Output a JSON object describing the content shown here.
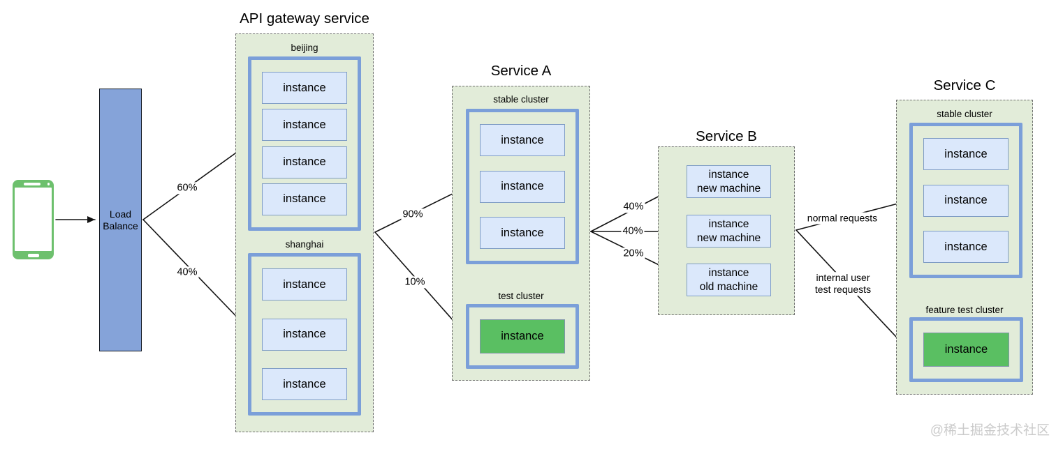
{
  "client": {
    "type": "mobile-phone"
  },
  "load_balancer": {
    "label": "Load Balance"
  },
  "gateway": {
    "title": "API gateway service",
    "clusters": [
      {
        "name": "beijing",
        "instances": [
          "instance",
          "instance",
          "instance",
          "instance"
        ]
      },
      {
        "name": "shanghai",
        "instances": [
          "instance",
          "instance",
          "instance"
        ]
      }
    ]
  },
  "service_a": {
    "title": "Service A",
    "stable_cluster": {
      "name": "stable cluster",
      "instances": [
        "instance",
        "instance",
        "instance"
      ]
    },
    "test_cluster": {
      "name": "test cluster",
      "instances": [
        "instance"
      ]
    }
  },
  "service_b": {
    "title": "Service B",
    "instances": [
      {
        "line1": "instance",
        "line2": "new machine"
      },
      {
        "line1": "instance",
        "line2": "new machine"
      },
      {
        "line1": "instance",
        "line2": "old machine"
      }
    ]
  },
  "service_c": {
    "title": "Service C",
    "stable_cluster": {
      "name": "stable cluster",
      "instances": [
        "instance",
        "instance",
        "instance"
      ]
    },
    "feature_test_cluster": {
      "name": "feature test cluster",
      "instances": [
        "instance"
      ]
    }
  },
  "edges": {
    "lb_to_beijing": "60%",
    "lb_to_shanghai": "40%",
    "gateway_to_stable": "90%",
    "gateway_to_test": "10%",
    "a_to_b_top": "40%",
    "a_to_b_mid": "40%",
    "a_to_b_bottom": "20%",
    "b_to_c_normal": "normal requests",
    "b_to_c_test_line1": "internal user",
    "b_to_c_test_line2": "test requests"
  },
  "watermark": "@稀土掘金技术社区",
  "colors": {
    "container_fill": "#e2ecd9",
    "container_border": "#6e6e6e",
    "cluster_border": "#7b9fd9",
    "instance_fill": "#dbe8fb",
    "instance_border": "#7e9cc4",
    "test_instance_fill": "#5abf62",
    "test_instance_border": "#8295ab",
    "load_balancer_fill": "#85a3d9",
    "phone_color": "#6dc06d",
    "arrow_color": "#121212",
    "watermark_color": "#cbcbcb"
  }
}
